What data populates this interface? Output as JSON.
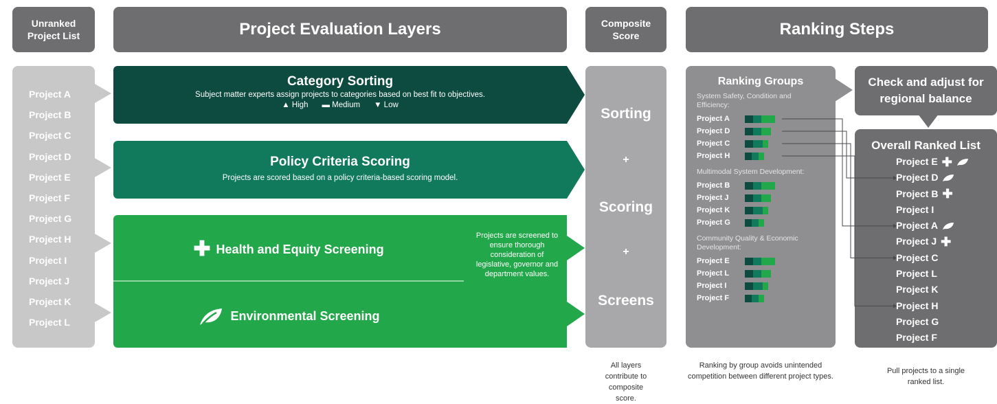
{
  "headers": {
    "unranked": "Unranked Project List",
    "evaluation": "Project Evaluation Layers",
    "composite": "Composite Score",
    "ranking": "Ranking Steps"
  },
  "unranked_projects": [
    "Project A",
    "Project B",
    "Project C",
    "Project D",
    "Project E",
    "Project F",
    "Project G",
    "Project H",
    "Project I",
    "Project J",
    "Project K",
    "Project L"
  ],
  "layers": {
    "category": {
      "title": "Category Sorting",
      "desc": "Subject matter experts assign projects to categories based on best fit to objectives.",
      "legend": {
        "high": "High",
        "medium": "Medium",
        "low": "Low"
      },
      "color": "#0d4a40"
    },
    "policy": {
      "title": "Policy Criteria Scoring",
      "desc": "Projects are scored based on a policy criteria-based scoring model.",
      "color": "#127a5c"
    },
    "screening": {
      "health": "Health and Equity Screening",
      "environmental": "Environmental Screening",
      "note": "Projects are screened to ensure thorough consideration of legislative, governor and department values.",
      "color": "#22a84a"
    }
  },
  "composite": {
    "sorting": "Sorting",
    "plus1": "+",
    "scoring": "Scoring",
    "plus2": "+",
    "screens": "Screens",
    "caption": "All layers contribute to composite score."
  },
  "ranking_groups": {
    "title": "Ranking Groups",
    "groups": [
      {
        "label": "System Safety, Condition and Efficiency:",
        "projects": [
          "Project A",
          "Project D",
          "Project C",
          "Project H"
        ]
      },
      {
        "label": "Multimodal System Development:",
        "projects": [
          "Project B",
          "Project J",
          "Project K",
          "Project G"
        ]
      },
      {
        "label": "Community Quality & Economic Development:",
        "projects": [
          "Project E",
          "Project L",
          "Project I",
          "Project F"
        ]
      }
    ],
    "caption": "Ranking by group avoids unintended competition between different project types."
  },
  "check_box": {
    "text": "Check and adjust for regional balance"
  },
  "overall": {
    "title": "Overall Ranked List",
    "items": [
      {
        "name": "Project E",
        "plus": true,
        "leaf": true
      },
      {
        "name": "Project D",
        "plus": false,
        "leaf": true
      },
      {
        "name": "Project B",
        "plus": true,
        "leaf": false
      },
      {
        "name": "Project I",
        "plus": false,
        "leaf": false
      },
      {
        "name": "Project A",
        "plus": false,
        "leaf": true
      },
      {
        "name": "Project J",
        "plus": true,
        "leaf": false
      },
      {
        "name": "Project C",
        "plus": false,
        "leaf": false
      },
      {
        "name": "Project L",
        "plus": false,
        "leaf": false
      },
      {
        "name": "Project K",
        "plus": false,
        "leaf": false
      },
      {
        "name": "Project H",
        "plus": false,
        "leaf": false
      },
      {
        "name": "Project G",
        "plus": false,
        "leaf": false
      },
      {
        "name": "Project F",
        "plus": false,
        "leaf": false
      }
    ],
    "caption": "Pull projects to a single ranked list."
  }
}
